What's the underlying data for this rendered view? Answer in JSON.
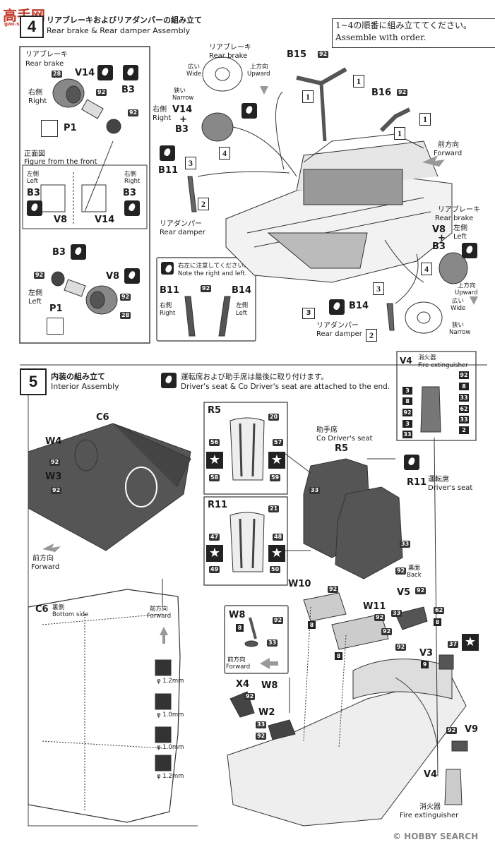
{
  "watermark": {
    "site_text": "高手网",
    "url_text": "gao.shou.com",
    "credit_text": "© HOBBY SEARCH"
  },
  "step4": {
    "number": "4",
    "title_jp": "リアブレーキおよびリアダンパーの組み立て",
    "title_en": "Rear brake & Rear damper Assembly",
    "order_jp": "1~4の順番に組み立ててください。",
    "order_en": "Assemble with order."
  },
  "left_panel": {
    "rear_brake_jp": "リアブレーキ",
    "rear_brake_en": "Rear brake",
    "right_jp": "右側",
    "right_en": "Right",
    "front_view_jp": "正面図",
    "front_view_en": "Figure from the front",
    "left_side_jp": "左側",
    "left_side_en": "Left",
    "right_side_jp": "右側",
    "right_side_en": "Right",
    "left2_jp": "左側",
    "left2_en": "Left",
    "parts": {
      "v14": "V14",
      "b3": "B3",
      "p1": "P1",
      "v8": "V8",
      "n28": "28",
      "n92": "92"
    }
  },
  "damper_note": {
    "jp": "右左に注意してください。",
    "en": "Note the right and left.",
    "b11": "B11",
    "b14": "B14",
    "n92": "92",
    "right_jp": "右側",
    "right_en": "Right",
    "left_jp": "左側",
    "left_en": "Left"
  },
  "center4": {
    "rear_brake_jp": "リアブレーキ",
    "rear_brake_en": "Rear brake",
    "wide_jp": "広い",
    "wide_en": "Wide",
    "narrow_jp": "狭い",
    "narrow_en": "Narrow",
    "upward_jp": "上方向",
    "upward_en": "Upward",
    "right_jp": "右側",
    "right_en": "Right",
    "rear_damper_jp": "リアダンパー",
    "rear_damper_en": "Rear damper",
    "forward_jp": "前方向",
    "forward_en": "Forward",
    "left_jp": "左側",
    "left_en": "Left",
    "parts": {
      "b15": "B15",
      "b16": "B16",
      "v14": "V14",
      "b3": "B3",
      "b11": "B11",
      "b14": "B14",
      "v8": "V8",
      "n92": "92",
      "n3": "3",
      "plus": "+"
    },
    "seq": [
      "1",
      "2",
      "3",
      "4"
    ]
  },
  "v4_box": {
    "code": "V4",
    "jp": "消火器",
    "en": "Fire extinguisher",
    "colors": [
      "92",
      "8",
      "33",
      "62",
      "33",
      "2",
      "3",
      "8",
      "3",
      "92",
      "33"
    ]
  },
  "step5": {
    "number": "5",
    "title_jp": "内装の組み立て",
    "title_en": "Interior Assembly",
    "note_jp": "運転席および助手席は最後に取り付けます。",
    "note_en": "Driver's seat & Co Driver's seat are attached to the end."
  },
  "floor": {
    "c6": "C6",
    "w4": "W4",
    "w3": "W3",
    "n92": "92",
    "forward_jp": "前方向",
    "forward_en": "Forward"
  },
  "c6_bottom": {
    "title": "C6",
    "sub_jp": "裏側",
    "sub_en": "Bottom side",
    "forward_jp": "前方向",
    "forward_en": "Forward",
    "drills": [
      "φ 1.2mm",
      "φ 1.0mm",
      "φ 1.0mm",
      "φ 1.2mm"
    ]
  },
  "r5_box": {
    "code": "R5",
    "n20": "20",
    "n56": "56",
    "n57": "57",
    "n58": "58",
    "n59": "59"
  },
  "r11_box": {
    "code": "R11",
    "n21": "21",
    "n47": "47",
    "n48": "48",
    "n49": "49",
    "n50": "50"
  },
  "seats": {
    "co_jp": "助手席",
    "co_en": "Co Driver's seat",
    "r5": "R5",
    "drv_jp": "運転席",
    "drv_en": "Driver's seat",
    "r11": "R11",
    "back_jp": "裏面",
    "back_en": "Back",
    "n33": "33",
    "n92": "92"
  },
  "w8_box": {
    "code": "W8",
    "n8": "8",
    "n92": "92",
    "n33": "33",
    "forward_jp": "前方向",
    "forward_en": "Forward"
  },
  "lower": {
    "w10": "W10",
    "w11": "W11",
    "v5": "V5",
    "v3": "V3",
    "x4": "X4",
    "w8": "W8",
    "w2": "W2",
    "v9": "V9",
    "v4": "V4",
    "n92": "92",
    "n33": "33",
    "n8": "8",
    "n62": "62",
    "n9": "9",
    "n37": "37",
    "fire_jp": "消火器",
    "fire_en": "Fire extinguisher"
  }
}
